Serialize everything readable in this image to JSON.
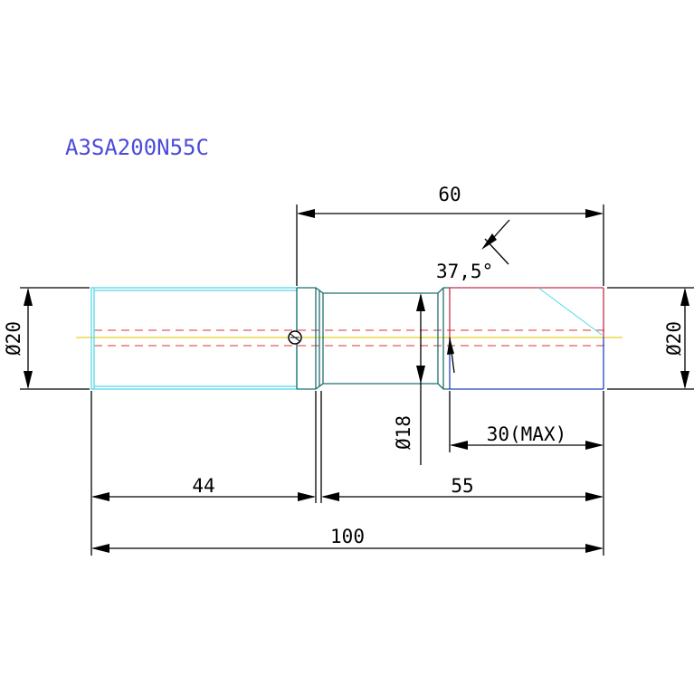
{
  "part_number": "A3SA200N55C",
  "dimensions": {
    "top_length": "60",
    "chamfer_angle": "37,5°",
    "left_diameter": "Ø20",
    "right_diameter": "Ø20",
    "neck_diameter": "Ø18",
    "thread_length": "30(MAX)",
    "left_length": "44",
    "right_length": "55",
    "overall_length": "100"
  },
  "colors": {
    "part_label": "#4b4bd9",
    "shaft_left": "#57d7e8",
    "neck_outline": "#1f6f6f",
    "thread_top": "#c0304a",
    "thread_bottom": "#2244bb",
    "hidden_line": "#e03030",
    "centerline": "#e8d020",
    "dimension": "#000000"
  }
}
